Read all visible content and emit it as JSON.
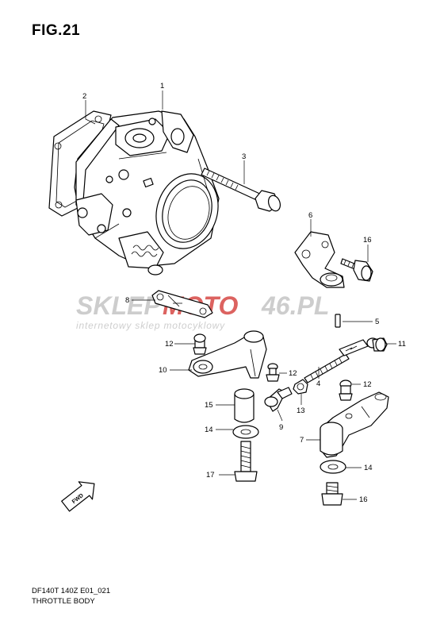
{
  "figure": {
    "title": "FIG.21"
  },
  "callouts": {
    "p1": "1",
    "p2": "2",
    "p3": "3",
    "p4": "4",
    "p5": "5",
    "p6": "6",
    "p7": "7",
    "p8": "8",
    "p9": "9",
    "p10": "10",
    "p11": "11",
    "p12a": "12",
    "p12b": "12",
    "p12c": "12",
    "p13": "13",
    "p14a": "14",
    "p14b": "14",
    "p15": "15",
    "p16a": "16",
    "p16b": "16",
    "p17": "17"
  },
  "watermark": {
    "brand_left": "SKLEP",
    "brand_middle": "MOTO",
    "brand_right": "46.PL",
    "tagline": "internetowy sklep motocyklowy",
    "colors": {
      "grey": "#c8c8c8",
      "red": "#d9534f"
    }
  },
  "fwd_label": "FWD",
  "footer": {
    "code": "DF140T 140Z E01_021",
    "caption": "THROTTLE BODY"
  }
}
